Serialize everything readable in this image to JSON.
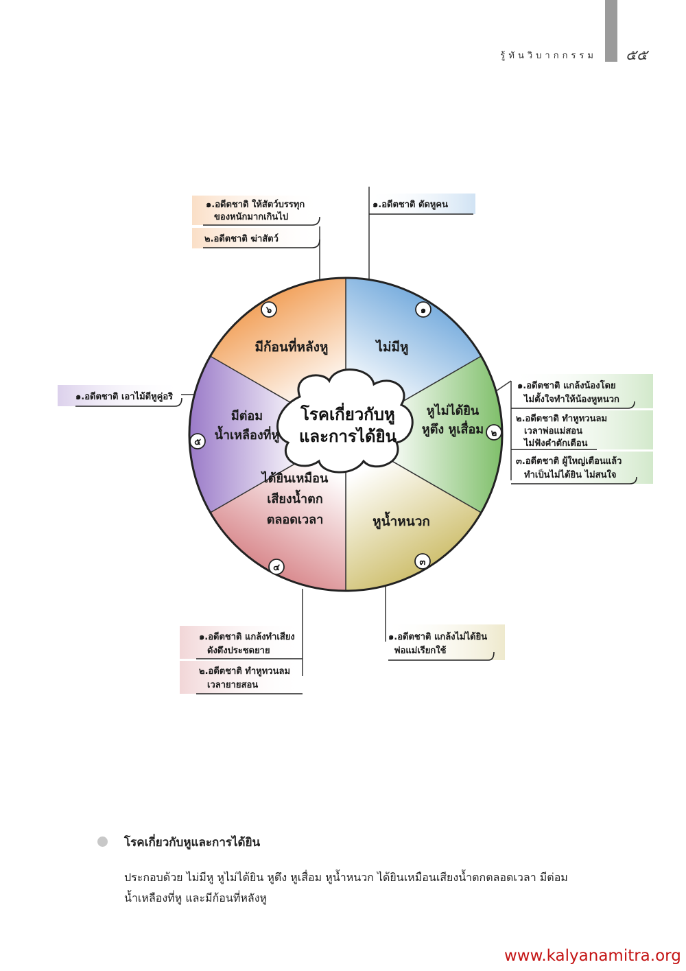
{
  "header": {
    "title": "รู้ทันวิบากกรรม",
    "page_number": "๕๕"
  },
  "diagram": {
    "center": [
      "โรคเกี่ยวกับหู",
      "และการได้ยิน"
    ],
    "segments": [
      {
        "number": "๑",
        "label": [
          "ไม่มีหู"
        ],
        "color": "#7aaede"
      },
      {
        "number": "๒",
        "label": [
          "หูไม่ได้ยิน",
          "หูตึง หูเสื่อม"
        ],
        "color": "#7fbf6a"
      },
      {
        "number": "๓",
        "label": [
          "หูน้ำหนวก"
        ],
        "color": "#cfc070"
      },
      {
        "number": "๔",
        "label": [
          "ได้ยินเหมือน",
          "เสียงน้ำตก",
          "ตลอดเวลา"
        ],
        "color": "#d98a8e"
      },
      {
        "number": "๕",
        "label": [
          "มีต่อม",
          "น้ำเหลืองที่หู"
        ],
        "color": "#9a7ac8"
      },
      {
        "number": "๖",
        "label": [
          "มีก้อนที่หลังหู"
        ],
        "color": "#f2a35e"
      }
    ],
    "causes": {
      "seg1": [
        [
          "๑.อดีตชาติ ตัดหูคน"
        ]
      ],
      "seg2": [
        [
          "๑.อดีตชาติ แกล้งน้องโดย",
          "ไม่ตั้งใจทำให้น้องหูหนวก"
        ],
        [
          "๒.อดีตชาติ ทำหูทวนลม",
          "เวลาพ่อแม่สอน",
          "ไม่ฟังคำตักเตือน"
        ],
        [
          "๓.อดีตชาติ ผู้ใหญ่เตือนแล้ว",
          "ทำเป็นไม่ได้ยิน ไม่สนใจ"
        ]
      ],
      "seg3": [
        [
          "๑.อดีตชาติ แกล้งไม่ได้ยิน",
          "พ่อแม่เรียกใช้"
        ]
      ],
      "seg4": [
        [
          "๑.อดีตชาติ แกล้งทำเสียง",
          "ดังตึงประชดยาย"
        ],
        [
          "๒.อดีตชาติ ทำหูทวนลม",
          "เวลายายสอน"
        ]
      ],
      "seg5": [
        [
          "๑.อดีตชาติ เอาไม้ตีหูคู่อริ"
        ]
      ],
      "seg6": [
        [
          "๑.อดีตชาติ ให้สัตว์บรรทุก",
          "ของหนักมากเกินไป"
        ],
        [
          "๒.อดีตชาติ ฆ่าสัตว์"
        ]
      ]
    }
  },
  "section": {
    "title": "โรคเกี่ยวกับหูและการได้ยิน",
    "body": [
      "ประกอบด้วย ไม่มีหู หูไม่ได้ยิน หูตึง หูเสื่อม หูน้ำหนวก ได้ยินเหมือนเสียงน้ำตกตลอดเวลา มีต่อม",
      "น้ำเหลืองที่หู และมีก้อนที่หลังหู"
    ]
  },
  "footer": {
    "url": "www.kalyanamitra.org"
  }
}
